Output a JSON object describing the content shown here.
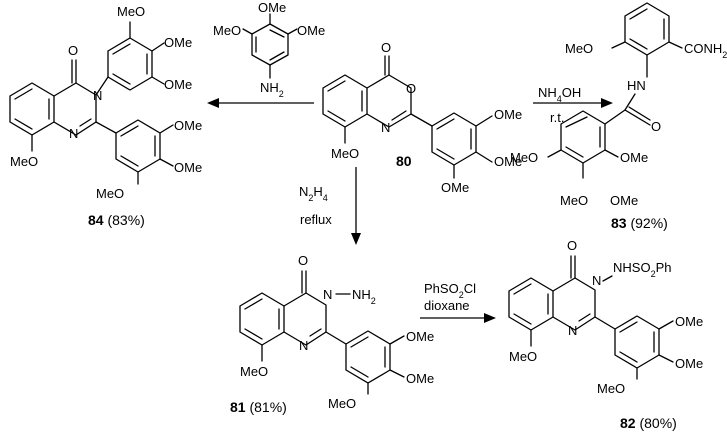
{
  "atoms": {
    "o": "O",
    "n": "N",
    "meo": "MeO",
    "ome": "OMe",
    "nh2": "NH2",
    "nh": "HN",
    "conh2": "CONH2",
    "nh2_amino": "NH2",
    "nhso2ph": "NHSO2Ph"
  },
  "reagents": {
    "aniline_label": "3,4,5-trimethoxyaniline",
    "nh4oh": "NH4OH",
    "rt": "r.t.",
    "n2h4": "N2H4",
    "reflux": "reflux",
    "phso2cl": "PhSO2Cl",
    "dioxane": "dioxane"
  },
  "compounds": {
    "c80": {
      "num": "80",
      "yield": ""
    },
    "c84": {
      "num": "84",
      "yield": "(83%)"
    },
    "c83": {
      "num": "83",
      "yield": "(92%)"
    },
    "c81": {
      "num": "81",
      "yield": "(81%)"
    },
    "c82": {
      "num": "82",
      "yield": "(80%)"
    }
  }
}
